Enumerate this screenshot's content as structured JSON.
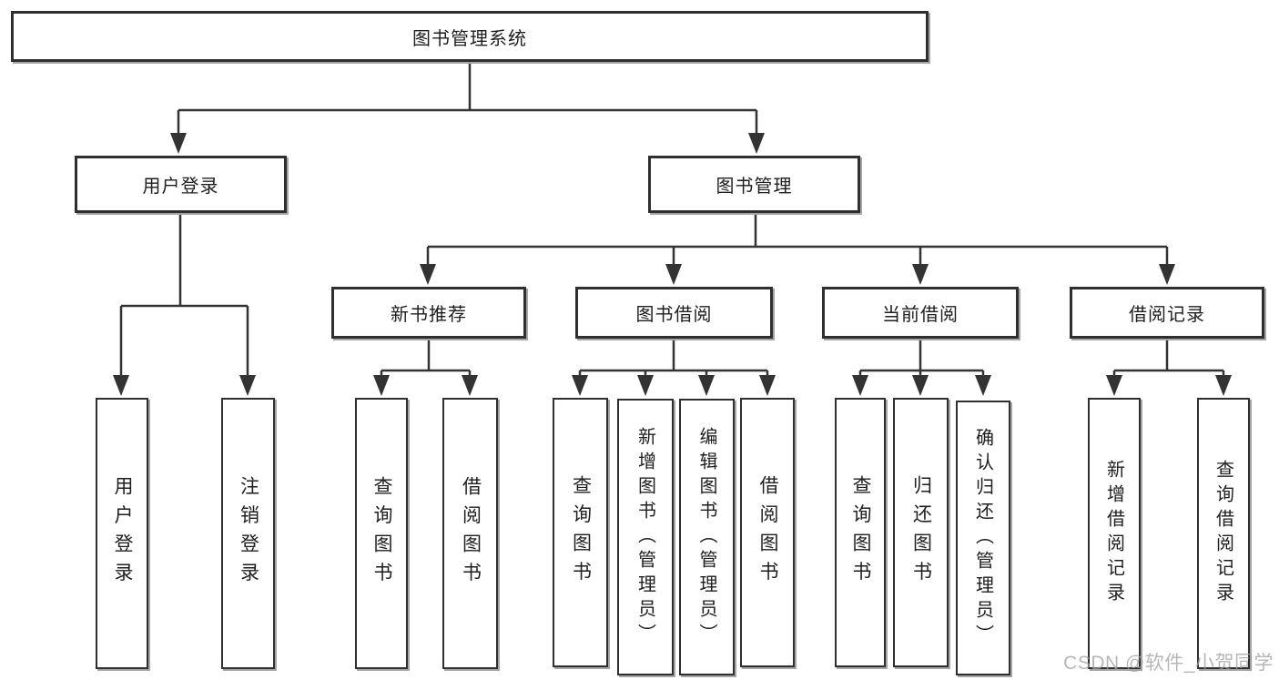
{
  "tree": {
    "label": "图书管理系统",
    "children": [
      {
        "label": "用户登录",
        "children": [
          {
            "label": "用户登录"
          },
          {
            "label": "注销登录"
          }
        ]
      },
      {
        "label": "图书管理",
        "children": [
          {
            "label": "新书推荐",
            "children": [
              {
                "label": "查询图书"
              },
              {
                "label": "借阅图书"
              }
            ]
          },
          {
            "label": "图书借阅",
            "children": [
              {
                "label": "查询图书"
              },
              {
                "label": "新增图书（管理员）"
              },
              {
                "label": "编辑图书（管理员）"
              },
              {
                "label": "借阅图书"
              }
            ]
          },
          {
            "label": "当前借阅",
            "children": [
              {
                "label": "查询图书"
              },
              {
                "label": "归还图书"
              },
              {
                "label": "确认归还（管理员）"
              }
            ]
          },
          {
            "label": "借阅记录",
            "children": [
              {
                "label": "新增借阅记录"
              },
              {
                "label": "查询借阅记录"
              }
            ]
          }
        ]
      }
    ]
  },
  "watermark": "CSDN @软件_小贺同学",
  "colors": {
    "line": "#333333",
    "box_border": "#2f2f2f",
    "box_fill": "#ffffff",
    "text": "#1e1e1e",
    "watermark_gray": "#9e9e9e"
  }
}
